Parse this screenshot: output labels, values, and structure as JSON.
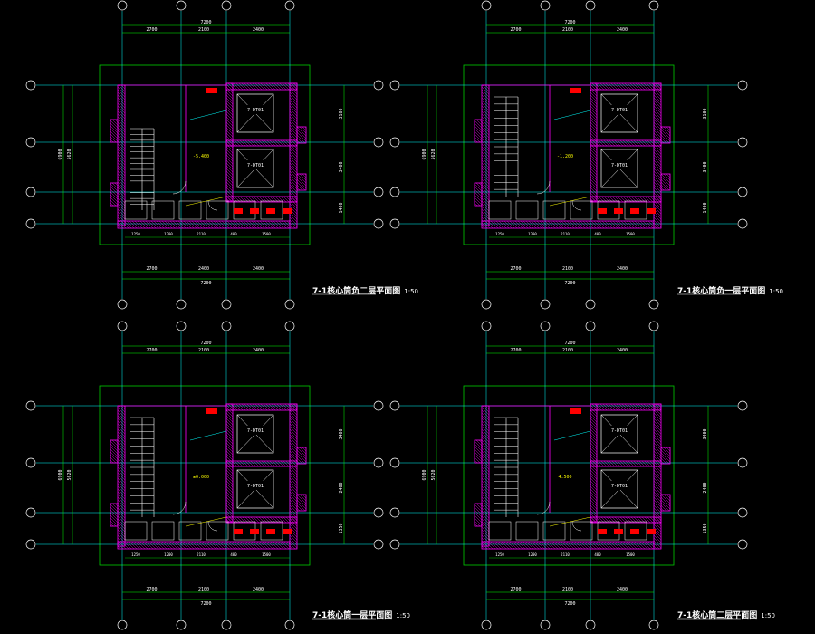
{
  "colors": {
    "background": "#000000",
    "grid_axis": "#00ffff",
    "dimension": "#00ff00",
    "boundary": "#00cc00",
    "wall": "#ff00ff",
    "wall_fill": "#b000b0",
    "annotation": "#ffff00",
    "note_red": "#ff0000",
    "lines": "#ffffff",
    "bubble": "#ffffff"
  },
  "plans": [
    {
      "id": "plan-1",
      "title": "7-1核心筒负二层平面图",
      "scale": "1:50",
      "top_dims": {
        "segments": [
          "2700",
          "2100",
          "2400"
        ],
        "total": "7200"
      },
      "bottom_dims": {
        "segments": [
          "2700",
          "2400",
          "2400"
        ],
        "total": "7200"
      },
      "left_dims": [
        "6900",
        "5620"
      ],
      "right_dims": [
        "3100",
        "3400",
        "1400"
      ],
      "bottom_small_dims": [
        "1250",
        "1200",
        "2110",
        "400",
        "1500"
      ],
      "elevator_tag": "7-DT01",
      "floor_level": "-5.400"
    },
    {
      "id": "plan-2",
      "title": "7-1核心筒负一层平面图",
      "scale": "1:50",
      "top_dims": {
        "segments": [
          "2700",
          "2100",
          "2400"
        ],
        "total": "7200"
      },
      "bottom_dims": {
        "segments": [
          "2700",
          "2100",
          "2400"
        ],
        "total": "7200"
      },
      "left_dims": [
        "6900",
        "5620"
      ],
      "right_dims": [
        "3100",
        "3400",
        "1400"
      ],
      "bottom_small_dims": [
        "1250",
        "1200",
        "2110",
        "400",
        "1500"
      ],
      "elevator_tag": "7-DT01",
      "floor_level": "-1.200"
    },
    {
      "id": "plan-3",
      "title": "7-1核心筒一层平面图",
      "scale": "1:50",
      "top_dims": {
        "segments": [
          "2700",
          "2100",
          "2400"
        ],
        "total": "7200"
      },
      "bottom_dims": {
        "segments": [
          "2700",
          "2100",
          "2400"
        ],
        "total": "7200"
      },
      "left_dims": [
        "6900",
        "5620"
      ],
      "right_dims": [
        "3400",
        "2400",
        "1350"
      ],
      "bottom_small_dims": [
        "1250",
        "1200",
        "2110",
        "400",
        "1500"
      ],
      "elevator_tag": "7-DT01",
      "floor_level": "±0.000"
    },
    {
      "id": "plan-4",
      "title": "7-1核心筒二层平面图",
      "scale": "1:50",
      "top_dims": {
        "segments": [
          "2700",
          "2100",
          "2400"
        ],
        "total": "7200"
      },
      "bottom_dims": {
        "segments": [
          "2700",
          "2100",
          "2400"
        ],
        "total": "7200"
      },
      "left_dims": [
        "6900",
        "5620"
      ],
      "right_dims": [
        "3400",
        "2400",
        "1350"
      ],
      "bottom_small_dims": [
        "1250",
        "1200",
        "2110",
        "400",
        "1500"
      ],
      "elevator_tag": "7-DT01",
      "floor_level": "4.500"
    }
  ]
}
